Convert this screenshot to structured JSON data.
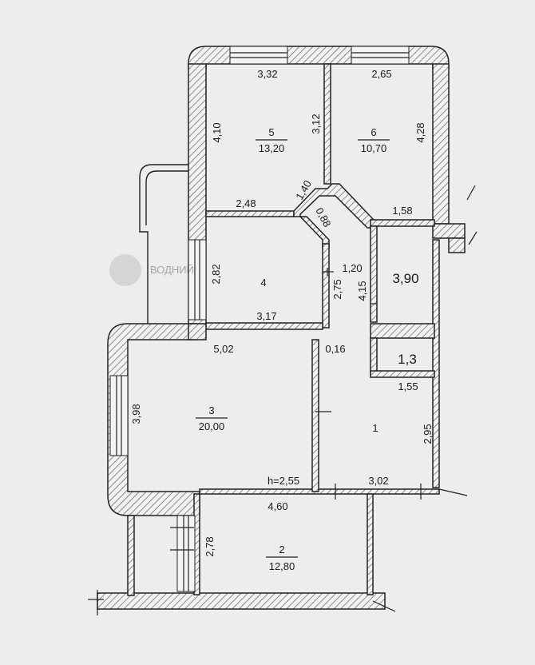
{
  "rooms": [
    {
      "number": "5",
      "area": "13,20"
    },
    {
      "number": "6",
      "area": "10,70"
    },
    {
      "number": "4",
      "area": ""
    },
    {
      "number": "3",
      "area": "20,00"
    },
    {
      "number": "1",
      "area": ""
    },
    {
      "number": "2",
      "area": "12,80"
    }
  ],
  "dimensions": {
    "d332": "3,32",
    "d265": "2,65",
    "d410": "4,10",
    "d312": "3,12",
    "d428": "4,28",
    "d140": "1,40",
    "d248": "2,48",
    "d088": "0,88",
    "d158": "1,58",
    "d282": "2,82",
    "d120": "1,20",
    "d275": "2,75",
    "d415": "4,15",
    "d390": "3,90",
    "d317": "3,17",
    "d502": "5,02",
    "d016": "0,16",
    "d13": "1,3",
    "d155": "1,55",
    "d398": "3,98",
    "d295": "2,95",
    "height": "h=2,55",
    "d302": "3,02",
    "d460": "4,60",
    "d278": "2,78"
  },
  "watermark": "ВОДНИЙ"
}
